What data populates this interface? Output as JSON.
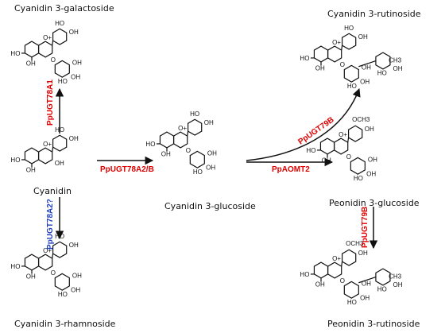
{
  "compounds": {
    "cyanidin": "Cyanidin",
    "galactoside": "Cyanidin 3-galactoside",
    "rhamnoside": "Cyanidin 3-rhamnoside",
    "glucoside": "Cyanidin 3-glucoside",
    "rutinoside": "Cyanidin 3-rutinoside",
    "peonidin_glucoside": "Peonidin 3-glucoside",
    "peonidin_rutinoside": "Peonidin 3-rutinoside"
  },
  "enzymes": {
    "ugt78a1": "PpUGT78A1",
    "ugt78a2_q": "PpUGT78A2?",
    "ugt78a2b": "PpUGT78A2/B",
    "ugt79b_top": "PpUGT79B",
    "aomt2": "PpAOMT2",
    "ugt79b_right": "PpUGT79B"
  },
  "atoms": {
    "ho": "HO",
    "oh": "OH",
    "o": "O",
    "o_plus": "O+",
    "och3": "OCH3",
    "ch3": "CH3"
  },
  "colors": {
    "enzyme_red": "#e00000",
    "enzyme_blue": "#1f3fbf",
    "ink": "#111111"
  }
}
